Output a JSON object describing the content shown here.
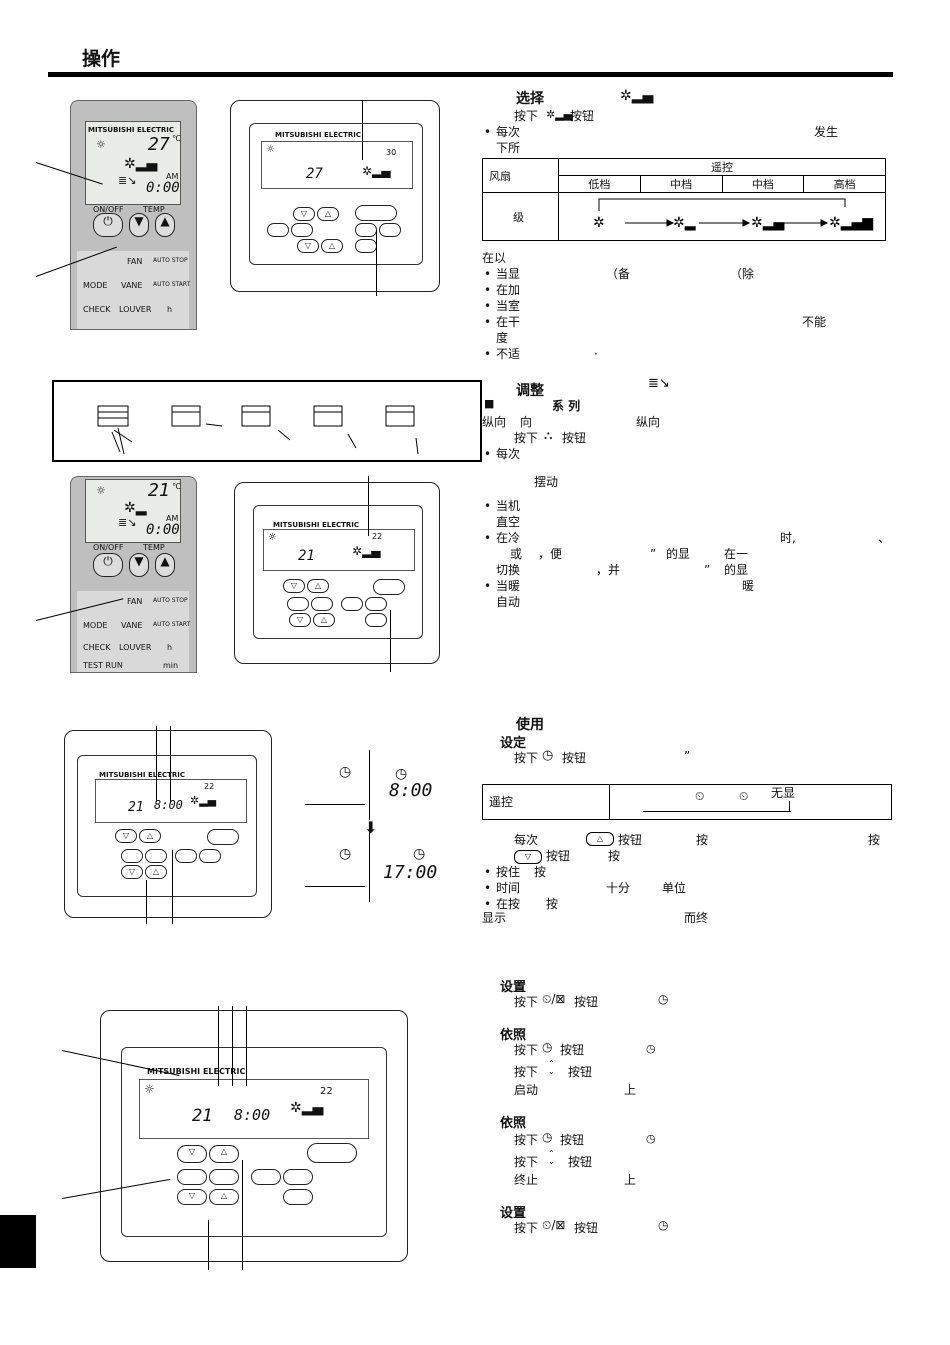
{
  "page": {
    "header_title": "操作"
  },
  "fan_section": {
    "title": "选择",
    "step1": "按下",
    "step1_btn": "按钮",
    "b1_left": "每次",
    "b1_right": "发生",
    "b1_cont": "下所",
    "table": {
      "row1_label": "风扇",
      "remote_label": "遥控",
      "levels": [
        "低档",
        "中档",
        "中档",
        "高档"
      ],
      "row2_label": "级"
    },
    "notes_intro": "在以",
    "notes": [
      "当显",
      "在加",
      "当室",
      "在干",
      "不适"
    ],
    "note1_a": "（备",
    "note1_b": "（除",
    "note4_right": "不能",
    "note4_cont": "度",
    "note5_dot": "·"
  },
  "vane_section": {
    "title": "调整",
    "series": "系 列",
    "line2_a": "纵向",
    "line2_b": "向",
    "line2_c": "纵向",
    "step1": "按下",
    "step1_btn": "按钮",
    "b1": "每次",
    "swing": "摆动",
    "b2": "当机",
    "b2_cont": "直空",
    "b3": "在冷",
    "b3_time": "时,",
    "b3_mark": "、",
    "b3_cont_a": "或",
    "b3_cont_b": "，便",
    "b3_cont_c": "”",
    "b3_cont_d": "的显",
    "b3_cont_e": "在一",
    "b3_cont2_a": "切换",
    "b3_cont2_b": "，并",
    "b3_cont2_c": "”",
    "b3_cont2_d": "的显",
    "b4": "当暖",
    "b4_right": "暖",
    "b4_cont": "自动"
  },
  "timer_section": {
    "title": "使用",
    "subtitle": "设定",
    "step1": "按下",
    "step1_btn": "按钮",
    "step1_mark": "”",
    "table_label": "遥控",
    "table_nodisplay": "无显",
    "l1_a": "每次",
    "l1_b": "按钮",
    "l1_c": "按",
    "l1_d": "按",
    "l2_a": "按钮",
    "l2_b": "按",
    "b1": "按住",
    "b1_b": "按",
    "b2": "时间",
    "b2_b": "十分",
    "b2_c": "单位",
    "b3": "在按",
    "b3_b": "按",
    "b3_cont": "显示",
    "b3_cont_b": "而终",
    "clock_top": "8:00",
    "clock_bottom": "17:00"
  },
  "onoff_section": {
    "s1_title": "设置",
    "s1_step": "按下",
    "s1_btn": "按钮",
    "s2_title": "依照",
    "s2_step1": "按下",
    "s2_btn1": "按钮",
    "s2_step2": "按下",
    "s2_btn2": "按钮",
    "s2_step3": "启动",
    "s2_up": "上",
    "s3_title": "依照",
    "s3_step1": "按下",
    "s3_btn1": "按钮",
    "s3_step2": "按下",
    "s3_btn2": "按钮",
    "s3_step3": "终止",
    "s3_up": "上",
    "s4_title": "设置",
    "s4_step": "按下",
    "s4_btn": "按钮"
  },
  "figures": {
    "brand": "MITSUBISHI ELECTRIC",
    "remote1": {
      "temp": "27",
      "clock": "0:00",
      "unit": "℃",
      "am": "AM"
    },
    "remote2": {
      "temp": "21",
      "clock": "0:00",
      "unit": "℃",
      "am": "AM"
    },
    "remote_labels": {
      "onoff": "ON/OFF",
      "temp": "TEMP",
      "fan": "FAN",
      "auto_stop": "AUTO STOP",
      "mode": "MODE",
      "vane": "VANE",
      "auto_start": "AUTO START",
      "check": "CHECK",
      "louver": "LOUVER",
      "h": "h",
      "test_run": "TEST RUN",
      "min": "min"
    },
    "wired1": {
      "set_temp": "30",
      "room_temp": "27"
    },
    "wired2": {
      "set_temp": "22",
      "room_temp": "21"
    },
    "wired3": {
      "set_temp": "22",
      "room_temp": "21",
      "clock": "8:00"
    },
    "wired4": {
      "set_temp": "22",
      "room_temp": "21",
      "clock": "8:00"
    }
  }
}
